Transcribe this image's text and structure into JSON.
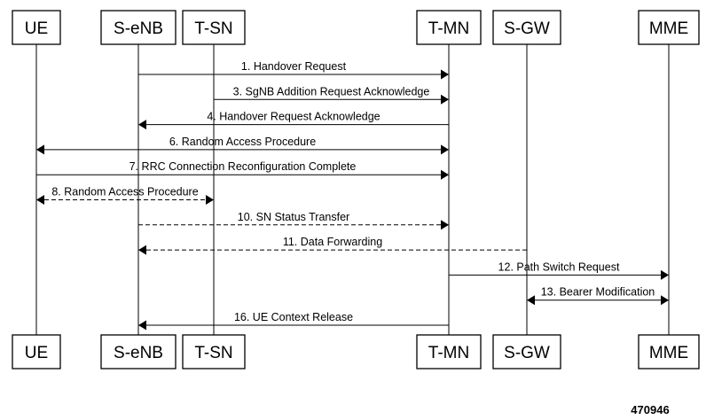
{
  "actors": [
    {
      "id": "ue",
      "label": "UE"
    },
    {
      "id": "senb",
      "label": "S-eNB"
    },
    {
      "id": "tsn",
      "label": "T-SN"
    },
    {
      "id": "tmn",
      "label": "T-MN"
    },
    {
      "id": "sgw",
      "label": "S-GW"
    },
    {
      "id": "mme",
      "label": "MME"
    }
  ],
  "messages": [
    {
      "label": "1. Handover Request",
      "from": "senb",
      "to": "tmn",
      "style": "solid",
      "bidirectional": false
    },
    {
      "label": "3. SgNB Addition Request Acknowledge",
      "from": "tsn",
      "to": "tmn",
      "style": "solid",
      "bidirectional": false
    },
    {
      "label": "4. Handover Request Acknowledge",
      "from": "tmn",
      "to": "senb",
      "style": "solid",
      "bidirectional": false
    },
    {
      "label": "6. Random Access Procedure",
      "from": "ue",
      "to": "tmn",
      "style": "solid",
      "bidirectional": true
    },
    {
      "label": "7. RRC Connection Reconfiguration Complete",
      "from": "ue",
      "to": "tmn",
      "style": "solid",
      "bidirectional": false
    },
    {
      "label": "8. Random Access Procedure",
      "from": "ue",
      "to": "tsn",
      "style": "dashed",
      "bidirectional": true
    },
    {
      "label": "10. SN Status Transfer",
      "from": "senb",
      "to": "tmn",
      "style": "dashed",
      "bidirectional": false
    },
    {
      "label": "11. Data Forwarding",
      "from": "sgw",
      "to": "senb",
      "style": "dashed",
      "bidirectional": false
    },
    {
      "label": "12. Path Switch Request",
      "from": "tmn",
      "to": "mme",
      "style": "solid",
      "bidirectional": false
    },
    {
      "label": "13. Bearer Modification",
      "from": "sgw",
      "to": "mme",
      "style": "solid",
      "bidirectional": true
    },
    {
      "label": "16. UE Context Release",
      "from": "tmn",
      "to": "senb",
      "style": "solid",
      "bidirectional": false
    }
  ],
  "figure_id": "470946"
}
